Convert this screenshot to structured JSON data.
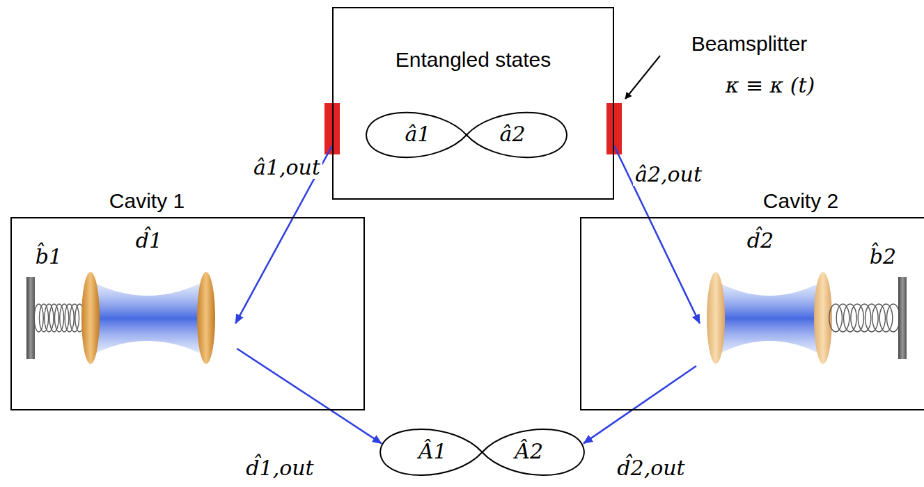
{
  "diagram": {
    "nodes": [
      {
        "text": [
          "Entangled states"
        ]
      },
      {
        "text": [
          "â1",
          "â2"
        ],
        "in": 0
      },
      {
        "text": [
          "Cavity 1"
        ]
      },
      {
        "text": [
          "Cavity 2"
        ]
      },
      {
        "text": [
          "Â1",
          "Â2"
        ]
      }
    ],
    "edges": [
      {
        "from": 0,
        "to": 2,
        "label": "â1,out",
        "arrow": "to"
      },
      {
        "from": 0,
        "to": 3,
        "label": "â2,out",
        "arrow": "to"
      },
      {
        "from": 2,
        "to": 4,
        "label": "d̂1,out",
        "arrow": "to"
      },
      {
        "from": 3,
        "to": 4,
        "label": "d̂2,out",
        "arrow": "to"
      }
    ],
    "labels": [
      "Beamsplitter",
      "κ ≡ κ (t)",
      "b̂1",
      "d̂1",
      "d̂2",
      "b̂2"
    ]
  }
}
